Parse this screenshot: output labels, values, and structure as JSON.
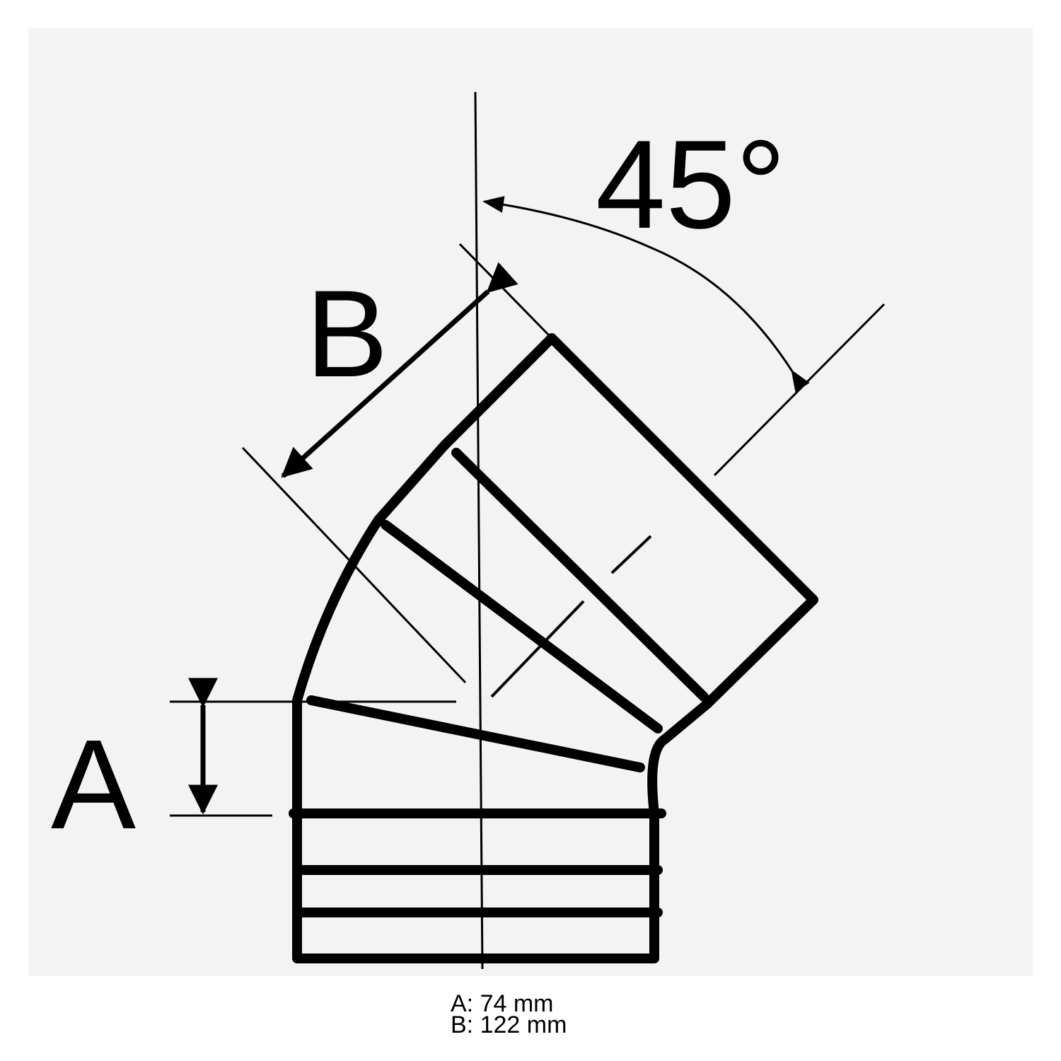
{
  "labels": {
    "angle": "45°",
    "b": "B",
    "a": "A"
  },
  "dimensions": {
    "a": "A: 74 mm",
    "b": "B: 122 mm"
  }
}
